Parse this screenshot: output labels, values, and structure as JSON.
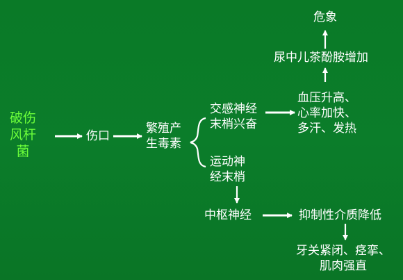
{
  "nodes": {
    "cause": "破伤\n风杆\n菌",
    "wound": "伤口",
    "toxin": "繁殖产\n生毒素",
    "sympathetic": "交感神经\n末梢兴奋",
    "motor": "运动神\n经末梢",
    "bp": "血压升高、\n心率加快、\n多汗、发热",
    "urine": "尿中儿茶酚胺增加",
    "danger": "危象",
    "cns": "中枢神经",
    "inhibit": "抑制性介质降低",
    "spasm": "牙关紧闭、痉挛、\n肌肉强直"
  },
  "colors": {
    "background": "#0a7a27",
    "text": "#ffffff",
    "highlight": "#6cff3a"
  }
}
